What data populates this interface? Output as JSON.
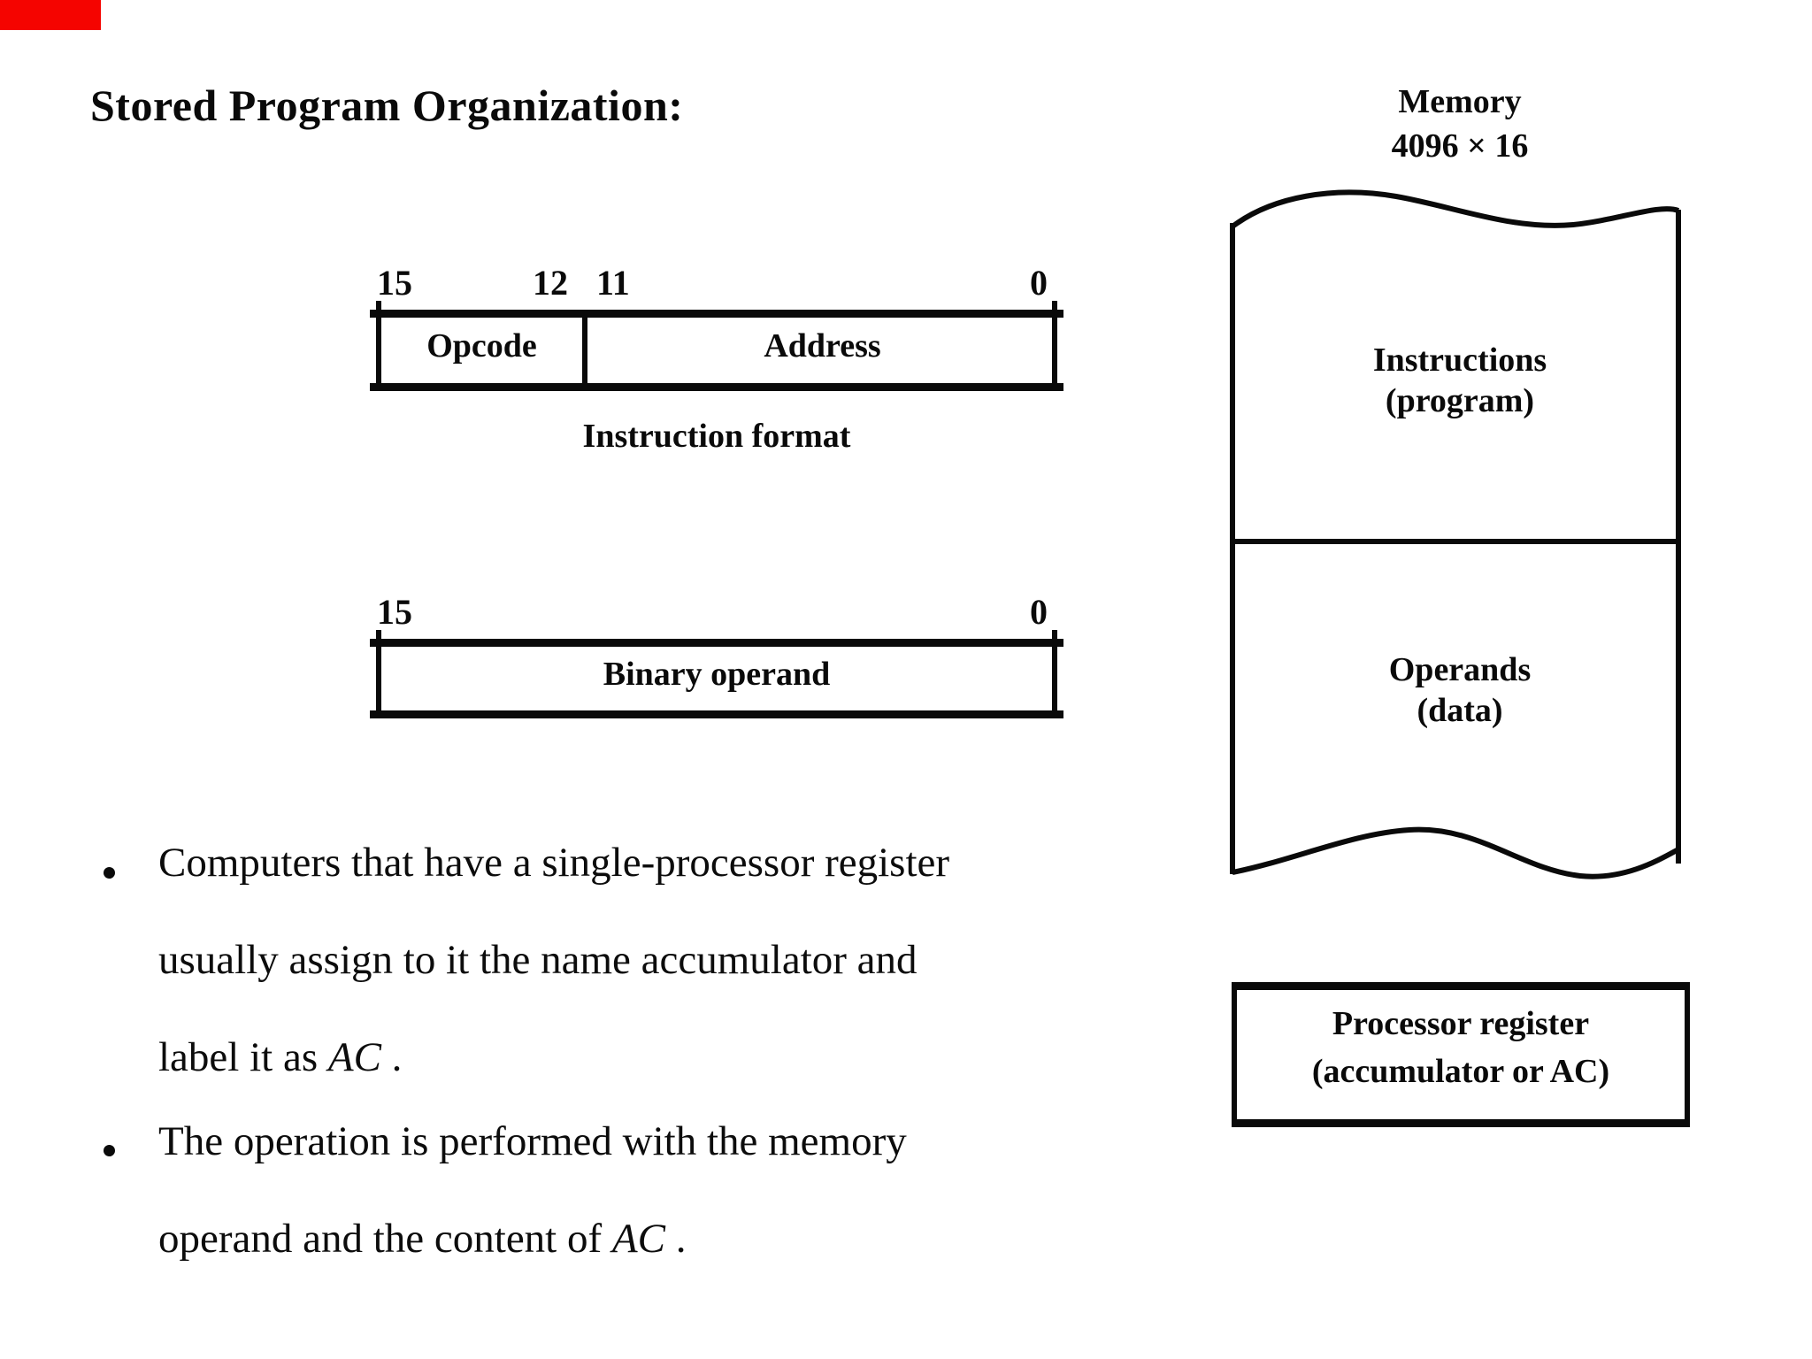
{
  "colors": {
    "marker_red": "#f50400",
    "ink": "#0a0a0a",
    "background": "#ffffff"
  },
  "title": "Stored Program Organization:",
  "instruction_format": {
    "bit_15": "15",
    "bit_12": "12",
    "bit_11": "11",
    "bit_0": "0",
    "opcode": "Opcode",
    "address": "Address",
    "caption": "Instruction format"
  },
  "binary_operand": {
    "bit_15": "15",
    "bit_0": "0",
    "label": "Binary operand"
  },
  "memory": {
    "title": "Memory",
    "size": "4096 × 16",
    "instructions": "Instructions",
    "instructions_sub": "(program)",
    "operands": "Operands",
    "operands_sub": "(data)"
  },
  "processor_register": {
    "line1": "Processor register",
    "line2": "(accumulator or AC)"
  },
  "bullets": {
    "b1": {
      "line1": "Computers that have a single-processor register",
      "line2": "usually assign to it the name accumulator and",
      "line3_pre": "label it as ",
      "line3_ac": "AC",
      "line3_post": " ."
    },
    "b2": {
      "line1": "The operation is performed with the memory",
      "line2_pre": "operand and the content of ",
      "line2_ac": "AC",
      "line2_post": " ."
    }
  }
}
